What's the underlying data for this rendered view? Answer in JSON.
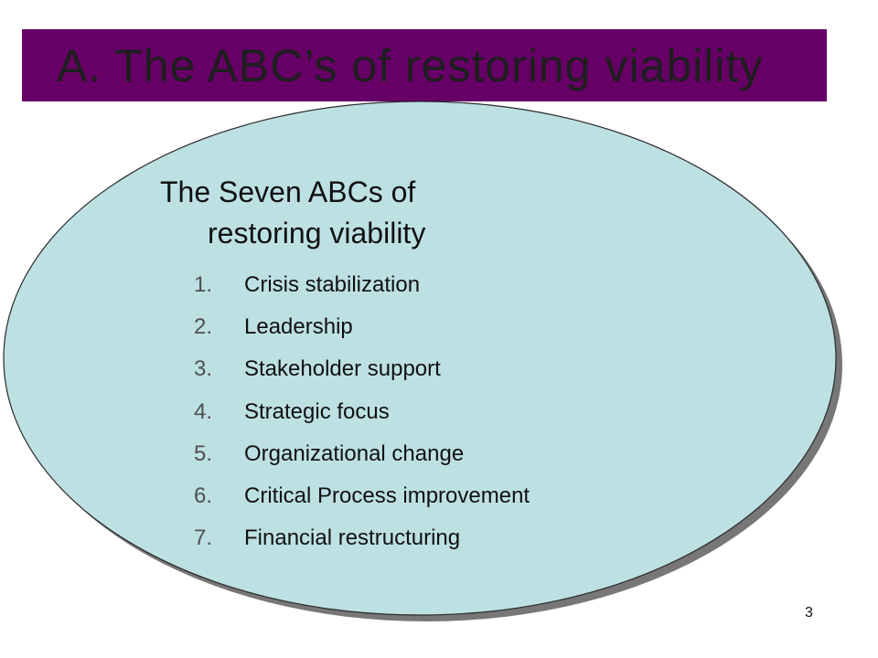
{
  "title": "A.  The ABC’s of restoring viability",
  "heading": {
    "line1": "The Seven ABCs of",
    "line2": "restoring viability"
  },
  "items": [
    {
      "num": "1.",
      "label": "Crisis stabilization"
    },
    {
      "num": "2.",
      "label": "Leadership"
    },
    {
      "num": "3.",
      "label": "Stakeholder support"
    },
    {
      "num": "4.",
      "label": "Strategic focus"
    },
    {
      "num": "5.",
      "label": "Organizational change"
    },
    {
      "num": "6.",
      "label": "Critical Process improvement"
    },
    {
      "num": "7.",
      "label": "Financial restructuring"
    }
  ],
  "slide_number": "3",
  "colors": {
    "title_bar": "#660066",
    "ellipse_fill": "#bde0e3",
    "shadow": "#777777"
  }
}
